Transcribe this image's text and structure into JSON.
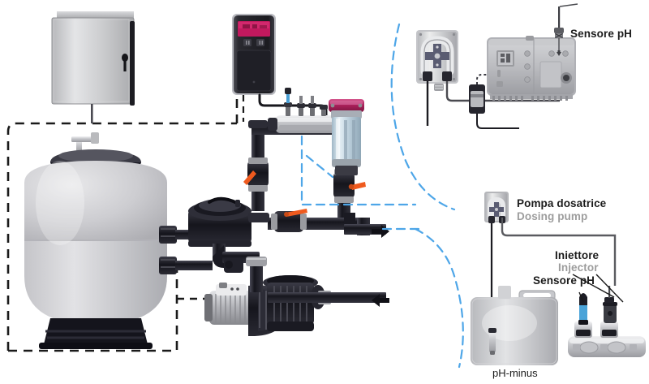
{
  "diagram": {
    "title": "Pool filtration and pH dosing system schematic",
    "labels": {
      "sensor_ph_top": "Sensore pH",
      "dosing_pump_it": "Pompa dosatrice",
      "dosing_pump_en": "Dosing pump",
      "injector_it": "Iniettore",
      "injector_en": "Injector",
      "sensor_ph_detail": "Sensore pH",
      "ph_minus_tank": "pH-minus"
    },
    "colors": {
      "callout_blue": "#4ea6e8",
      "valve_handle_orange": "#ef5a1e",
      "display_magenta": "#c2195e",
      "cell_cap_magenta": "#b52a63",
      "pipe_dark": "#1d1d26",
      "tank_gray": "#c9c9cd",
      "dash_black": "#1a1a1a",
      "label_it": "#1b1b1b",
      "label_en": "#9d9d9d"
    },
    "components": {
      "electrical_cabinet": "electrical-cabinet",
      "controller": "wall-controller-unit",
      "sand_filter": "sand-filter-tank",
      "multiport_valve": "multiport-valve",
      "pool_pump": "pool-pump",
      "measuring_manifold": "measuring-cell-manifold",
      "electrolysis_cell": "electrolysis-cell",
      "peristaltic_pump": "peristaltic-dosing-pump",
      "controller_detail": "controller-detail-unit",
      "power_supply": "power-supply-plug",
      "chem_tank": "ph-minus-canister",
      "suction_lance": "suction-lance",
      "injection_manifold": "injection-manifold"
    },
    "flow_arrows": {
      "outlet_to_pool": "arrow-right",
      "inlet_from_pool": "arrow-left"
    }
  }
}
